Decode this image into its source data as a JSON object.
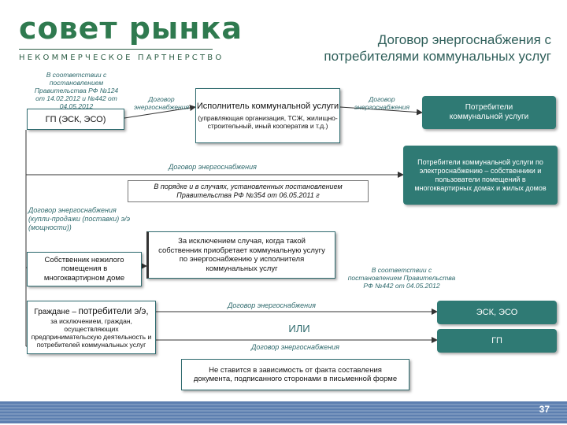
{
  "header": {
    "logo": "совет рынка",
    "logo_sub": "НЕКОММЕРЧЕСКОЕ ПАРТНЕРСТВО",
    "title_line1": "Договор энергоснабжения с",
    "title_line2": "потребителями коммунальных услуг"
  },
  "diagram": {
    "note_resolution_124": "В соответствии с постановлением Правительства РФ №124 от 14.02.2012 и №442 от 04.05.2012",
    "gp_box": "ГП (ЭСК, ЭСО)",
    "contract_left_1": "Договор",
    "contract_left_2": "энергоснабжения",
    "executor_title": "Исполнитель коммунальной услуги",
    "executor_sub": "(управляющая организация, ТСЖ, жилищно-строительный, иный кооператив и т.д.)",
    "contract_right_1": "Договор",
    "contract_right_2": "энергоснабжения",
    "consumers_box": "Потребители коммунальной услуги",
    "consumers_elec_box": "Потребители коммунальной услуги по электроснабжению – собственники и пользователи помещений в многоквартирных домах и жилых домов",
    "contract_middle": "Договор энергоснабжения",
    "order_note": "В порядке и в случаях, установленных постановлением Правительства РФ №354 от 06.05.2011 г",
    "contract_sale_note": "Договор энергоснабжения (купли-продажи (поставки) э/э (мощности))",
    "owner_box": "Собственник нежилого помещения в многоквартирном доме",
    "exception_box": "За исключением случая, когда такой собственник приобретает коммунальную услугу по энергоснабжению у исполнителя коммунальных услуг",
    "note_resolution_442": "В соответствии с постановлением Правительства РФ №442 от 04.05.2012",
    "citizens_prefix": "Граждане –",
    "citizens_highlight": "потребители э/э,",
    "citizens_rest": "за исключением, граждан, осуществляющих предпринимательскую деятельность и потребителей коммунальных услуг",
    "contract_bottom_1": "Договор энергоснабжения",
    "or_label": "ИЛИ",
    "contract_bottom_2": "Договор энергоснабжения",
    "esk_box": "ЭСК, ЭСО",
    "gp_bottom_box": "ГП",
    "dependency_box": "Не ставится в зависимость от факта составления документа, подписанного сторонами в письменной форме"
  },
  "footer": {
    "page_number": "37"
  },
  "colors": {
    "accent_green": "#2f7a74",
    "logo_green": "#2f7a4f",
    "footer_blue": "#5d7fb0"
  }
}
